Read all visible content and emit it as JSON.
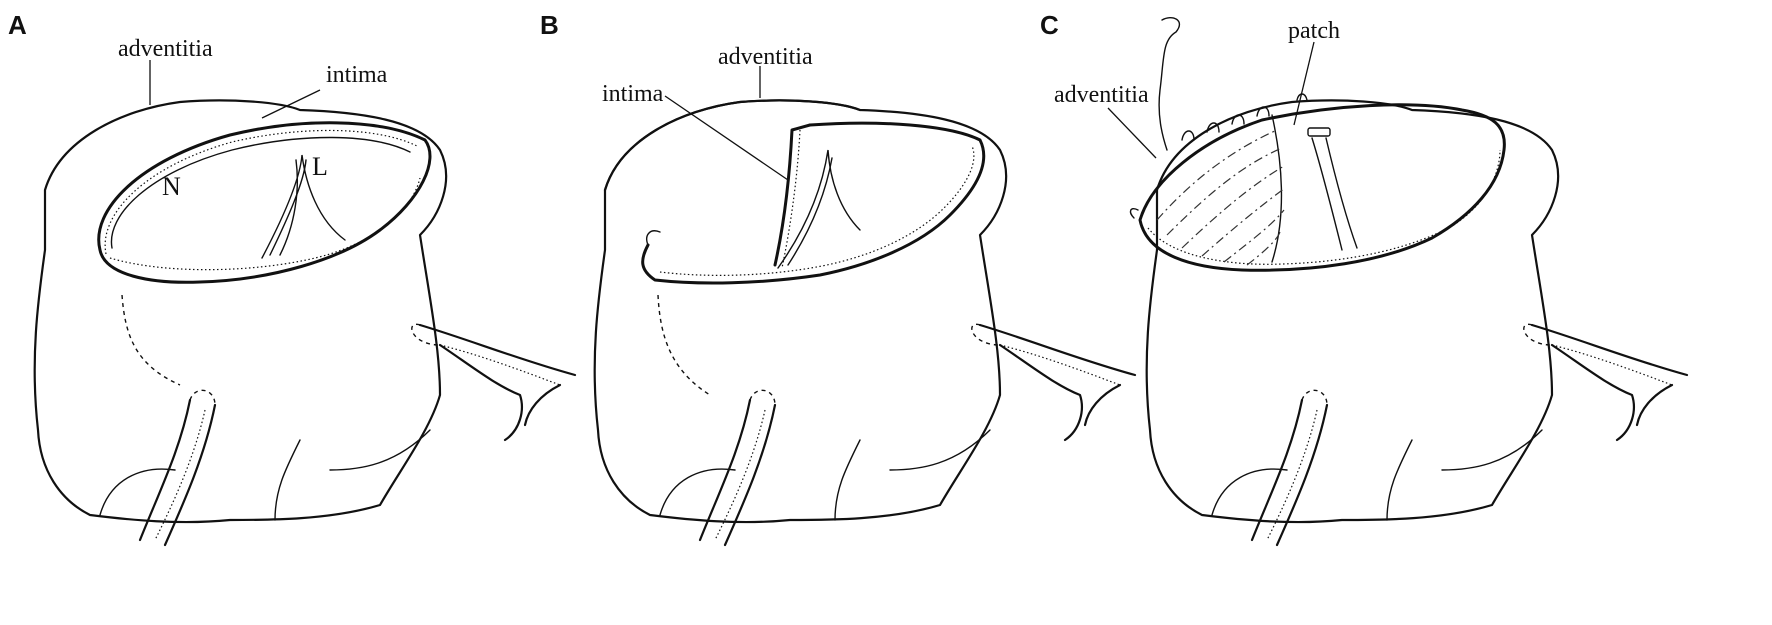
{
  "panels": [
    {
      "letter": "A",
      "labels": {
        "adventitia": "adventitia",
        "intima": "intima"
      },
      "chambers": {
        "left": "N",
        "right": "L"
      }
    },
    {
      "letter": "B",
      "labels": {
        "adventitia": "adventitia",
        "intima": "intima"
      }
    },
    {
      "letter": "C",
      "labels": {
        "adventitia": "adventitia",
        "patch": "patch"
      }
    }
  ]
}
